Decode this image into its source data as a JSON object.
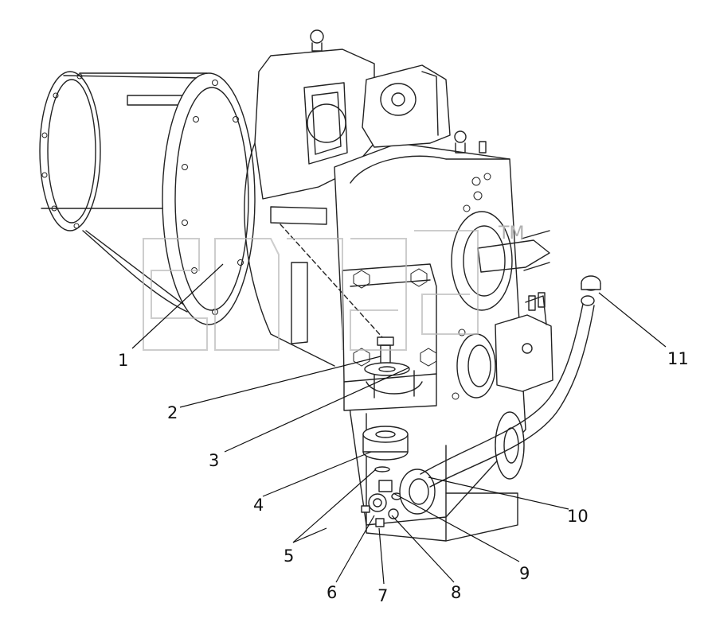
{
  "diagram": {
    "callouts": [
      {
        "id": "callout-1",
        "label": "1"
      },
      {
        "id": "callout-2",
        "label": "2"
      },
      {
        "id": "callout-3",
        "label": "3"
      },
      {
        "id": "callout-4",
        "label": "4"
      },
      {
        "id": "callout-5",
        "label": "5"
      },
      {
        "id": "callout-6",
        "label": "6"
      },
      {
        "id": "callout-7",
        "label": "7"
      },
      {
        "id": "callout-8",
        "label": "8"
      },
      {
        "id": "callout-9",
        "label": "9"
      },
      {
        "id": "callout-10",
        "label": "10"
      },
      {
        "id": "callout-11",
        "label": "11"
      }
    ],
    "watermark": {
      "text": "sdlg",
      "trademark": "TM"
    }
  }
}
